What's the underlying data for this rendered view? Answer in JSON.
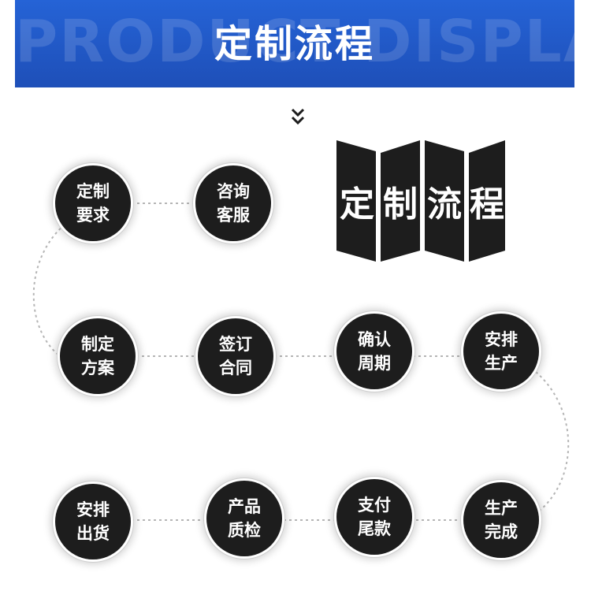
{
  "banner": {
    "background_text": "PRODUCT DISPLAY",
    "title": "定制流程",
    "color": "#2059cc"
  },
  "arrow_icon": "double-chevron-down",
  "logo_chars": [
    "定",
    "制",
    "流",
    "程"
  ],
  "steps": [
    {
      "line1": "定制",
      "line2": "要求"
    },
    {
      "line1": "咨询",
      "line2": "客服"
    },
    {
      "line1": "制定",
      "line2": "方案"
    },
    {
      "line1": "签订",
      "line2": "合同"
    },
    {
      "line1": "确认",
      "line2": "周期"
    },
    {
      "line1": "安排",
      "line2": "生产"
    },
    {
      "line1": "生产",
      "line2": "完成"
    },
    {
      "line1": "支付",
      "line2": "尾款"
    },
    {
      "line1": "产品",
      "line2": "质检"
    },
    {
      "line1": "安排",
      "line2": "出货"
    }
  ],
  "colors": {
    "node": "#1d1d1d",
    "connector": "#b5b5b5"
  }
}
